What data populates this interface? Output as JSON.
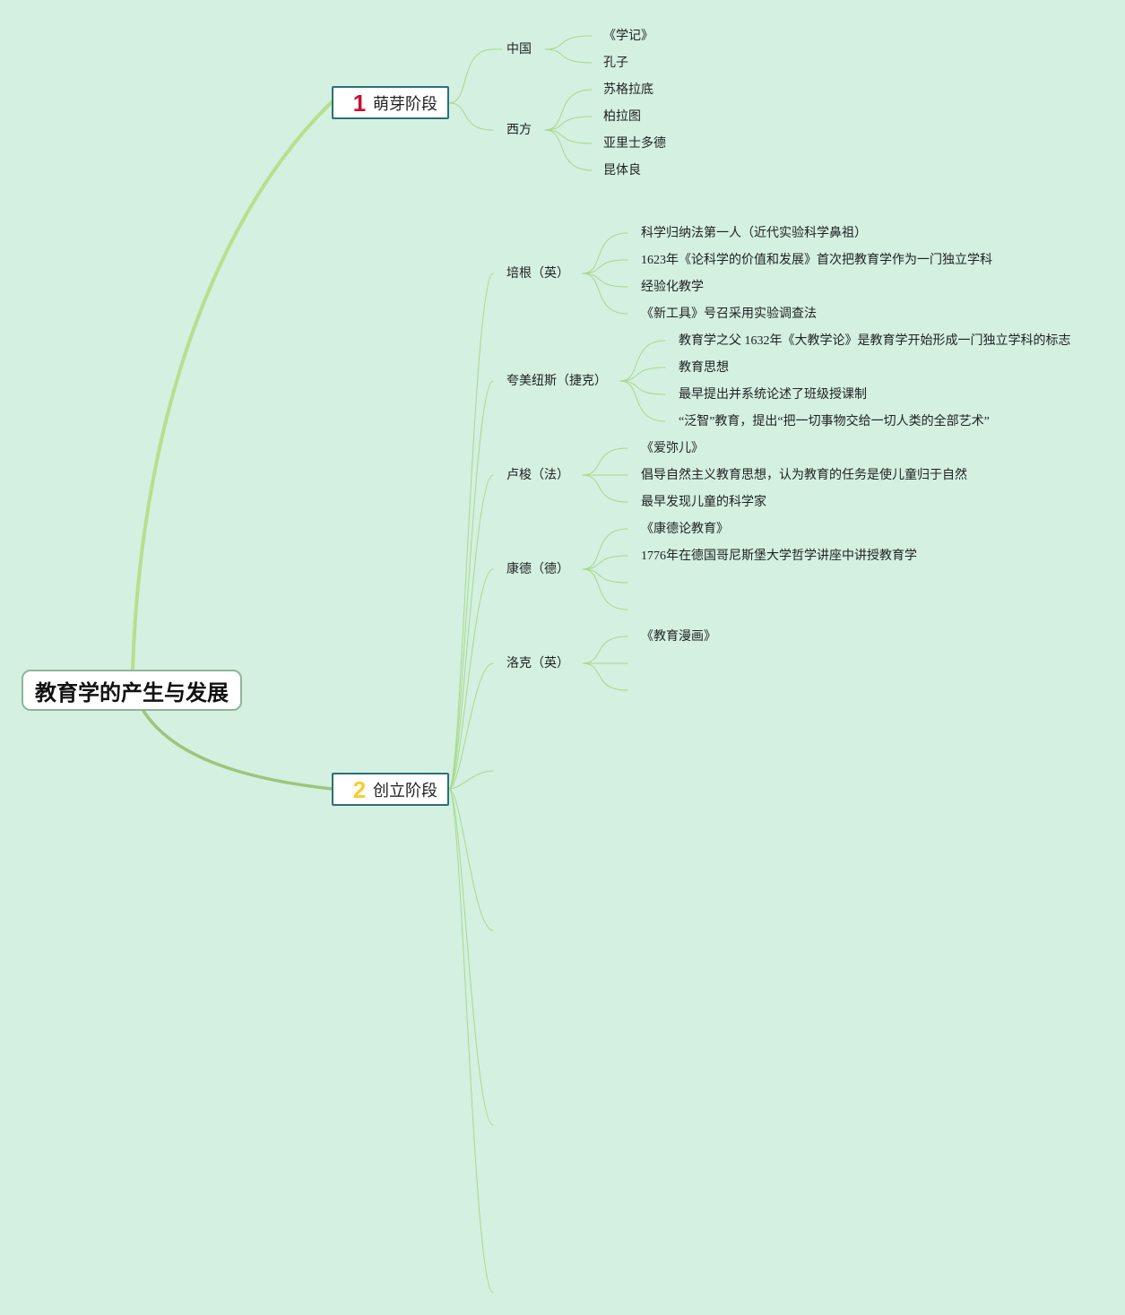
{
  "root": {
    "title": "教育学的产生与发展"
  },
  "colors": {
    "background": "#d3f0e1",
    "main_line": "#b7df8c",
    "thin_line": "#a9d98a",
    "num1": "#c8102e",
    "num2": "#f5cd2e",
    "stage_border": "#2e6f76"
  },
  "stage1": {
    "num": "1",
    "label": "萌芽阶段",
    "groups": [
      {
        "name": "中国",
        "items": [
          "《学记》",
          "孔子"
        ]
      },
      {
        "name": "西方",
        "items": [
          "苏格拉底",
          "柏拉图",
          "亚里士多德",
          "昆体良"
        ]
      }
    ]
  },
  "stage2": {
    "num": "2",
    "label": "创立阶段",
    "groups": [
      {
        "name": "培根（英）",
        "items": [
          "科学归纳法第一人（近代实验科学鼻祖）",
          "1623年《论科学的价值和发展》首次把教育学作为一门独立学科",
          "经验化教学",
          "《新工具》号召采用实验调查法"
        ]
      },
      {
        "name": "夸美纽斯（捷克）",
        "items": [
          "教育学之父 1632年《大教学论》是教育学开始形成一门独立学科的标志",
          "教育思想",
          "最早提出并系统论述了班级授课制",
          "“泛智”教育，提出“把一切事物交给一切人类的全部艺术”"
        ]
      },
      {
        "name": "卢梭（法）",
        "items": [
          "《爱弥儿》",
          "倡导自然主义教育思想，认为教育的任务是使儿童归于自然",
          "最早发现儿童的科学家"
        ]
      },
      {
        "name": "康德（德）",
        "items": [
          "《康德论教育》",
          "1776年在德国哥尼斯堡大学哲学讲座中讲授教育学",
          "",
          ""
        ]
      },
      {
        "name": "洛克（英）",
        "items": [
          "《教育漫画》",
          "",
          ""
        ]
      }
    ]
  }
}
